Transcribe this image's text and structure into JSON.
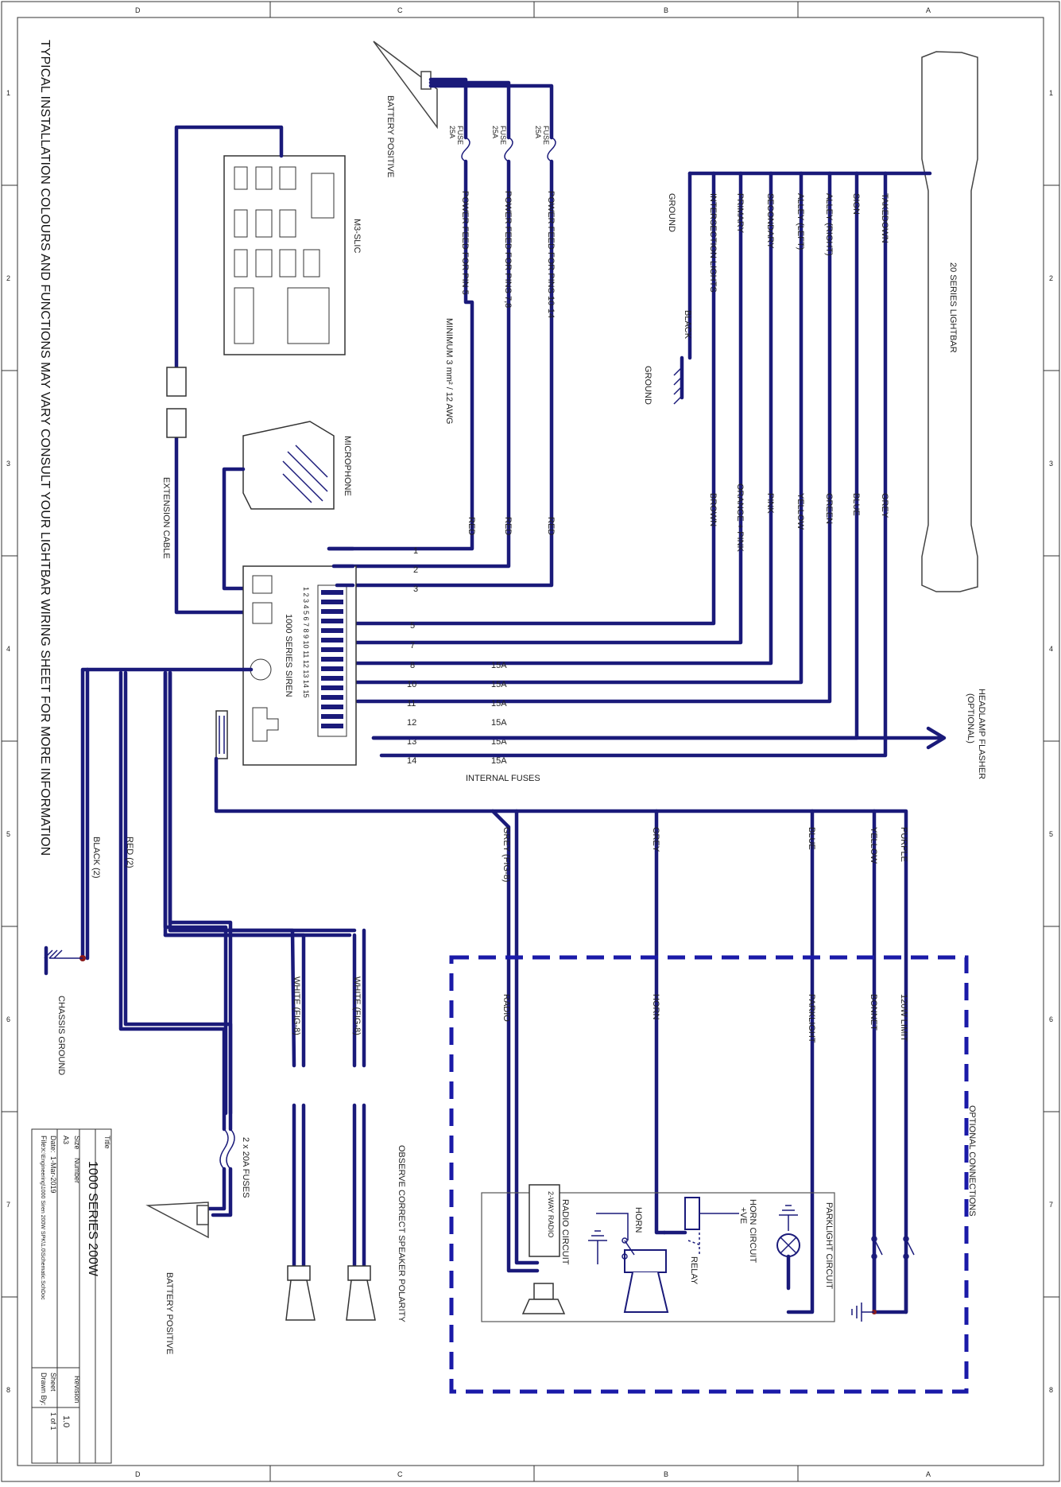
{
  "diagram": {
    "notice": "TYPICAL INSTALLATION COLOURS AND FUNCTIONS MAY VARY CONSULT YOUR LIGHTBAR WIRING SHEET FOR MORE INFORMATION",
    "border": {
      "rows": [
        "D",
        "C",
        "B",
        "A"
      ],
      "cols": [
        "1",
        "2",
        "3",
        "4",
        "5",
        "6",
        "7",
        "8"
      ]
    },
    "lightbar": {
      "label": "20 SERIES LIGHTBAR"
    },
    "lightbar_functions": [
      "TAKEDOWN",
      "SIGN",
      "ALLEY (RIGHT)",
      "ALLEY (LEFT)",
      "SECONDARY",
      "PRIMARY",
      "INTERSECTION LIGHTS",
      "GROUND"
    ],
    "lightbar_wire_colors": [
      "GREY",
      "BLUE",
      "GREEN",
      "YELLOW",
      "PINK",
      "ORANGE + PINK",
      "BROWN"
    ],
    "ground": {
      "wire_color": "BLACK",
      "label": "GROUND"
    },
    "battery_top": {
      "label": "BATTERY POSITIVE"
    },
    "fuses_top": [
      {
        "label": "FUSE",
        "rating": "25A"
      },
      {
        "label": "FUSE",
        "rating": "25A"
      },
      {
        "label": "FUSE",
        "rating": "25A"
      }
    ],
    "power_feeds": [
      "POWER FEED FOR PINS 10-14",
      "POWER FEED FOR PINS 7,8",
      "POWER FEED FOR PIN 5"
    ],
    "power_feed_color": "RED",
    "min_gauge": "MINIMUM 3 mm² / 12 AWG",
    "controller": {
      "label": "M3-SLIC"
    },
    "microphone": {
      "label": "MICROPHONE"
    },
    "extension": {
      "label": "EXTENSION CABLE"
    },
    "siren": {
      "label": "1000 SERIES SIREN",
      "pin_numbers": "1 2 3 4 5 6 7 8 9 10 11 12 13 14 15"
    },
    "pins": [
      {
        "num": "1",
        "fuse": ""
      },
      {
        "num": "2",
        "fuse": ""
      },
      {
        "num": "3",
        "fuse": ""
      },
      {
        "num": "5",
        "fuse": ""
      },
      {
        "num": "7",
        "fuse": ""
      },
      {
        "num": "8",
        "fuse": "15A"
      },
      {
        "num": "10",
        "fuse": "15A"
      },
      {
        "num": "11",
        "fuse": "15A"
      },
      {
        "num": "12",
        "fuse": "15A"
      },
      {
        "num": "13",
        "fuse": "15A"
      },
      {
        "num": "14",
        "fuse": "15A"
      }
    ],
    "internal_fuses": "INTERNAL FUSES",
    "headlamp": {
      "label": "HEADLAMP FLASHER",
      "note": "(OPTIONAL)"
    },
    "optional": {
      "label": "OPTIONAL CONNECTIONS"
    },
    "opt_wires": [
      {
        "color": "PURPLE",
        "func": "120W LIMIT"
      },
      {
        "color": "YELLOW",
        "func": "BONNET"
      },
      {
        "color": "BLUE",
        "func": "PARKLIGHT"
      },
      {
        "color": "GREY",
        "func": "HORN"
      },
      {
        "color": "GREY (FIG-8)",
        "func": "RADIO"
      }
    ],
    "circuits": {
      "parklight": "PARKLIGHT CIRCUIT",
      "horn": "HORN CIRCUIT",
      "horn_label": "HORN",
      "relay": "RELAY",
      "radio": "RADIO CIRCUIT",
      "two_way": "2-WAY RADIO",
      "plus_ve": "+VE"
    },
    "speakers": {
      "wire1": "WHITE (FIG-8)",
      "wire2": "WHITE (FIG-8)",
      "note": "OBSERVE CORRECT SPEAKER POLARITY"
    },
    "power_bottom": {
      "red": "RED (2)",
      "black": "BLACK (2)",
      "fuses": "2 x 20A FUSES",
      "battery": "BATTERY POSITIVE",
      "chassis": "CHASSIS GROUND"
    },
    "title_block": {
      "title_lbl": "Title",
      "title": "1000 SERIES 200W",
      "size_lbl": "Size",
      "size": "A3",
      "number_lbl": "Number",
      "revision_lbl": "Revision",
      "revision": "1.0",
      "date_lbl": "Date:",
      "date": "1-Mar-2019",
      "sheet_lbl": "Sheet",
      "sheet": "1 of 1",
      "file_lbl": "File:",
      "file": "K:\\Engineering\\1000 Siren 200W SPK\\1.0\\Schematic.SchDoc",
      "drawn_lbl": "Drawn By:"
    }
  }
}
